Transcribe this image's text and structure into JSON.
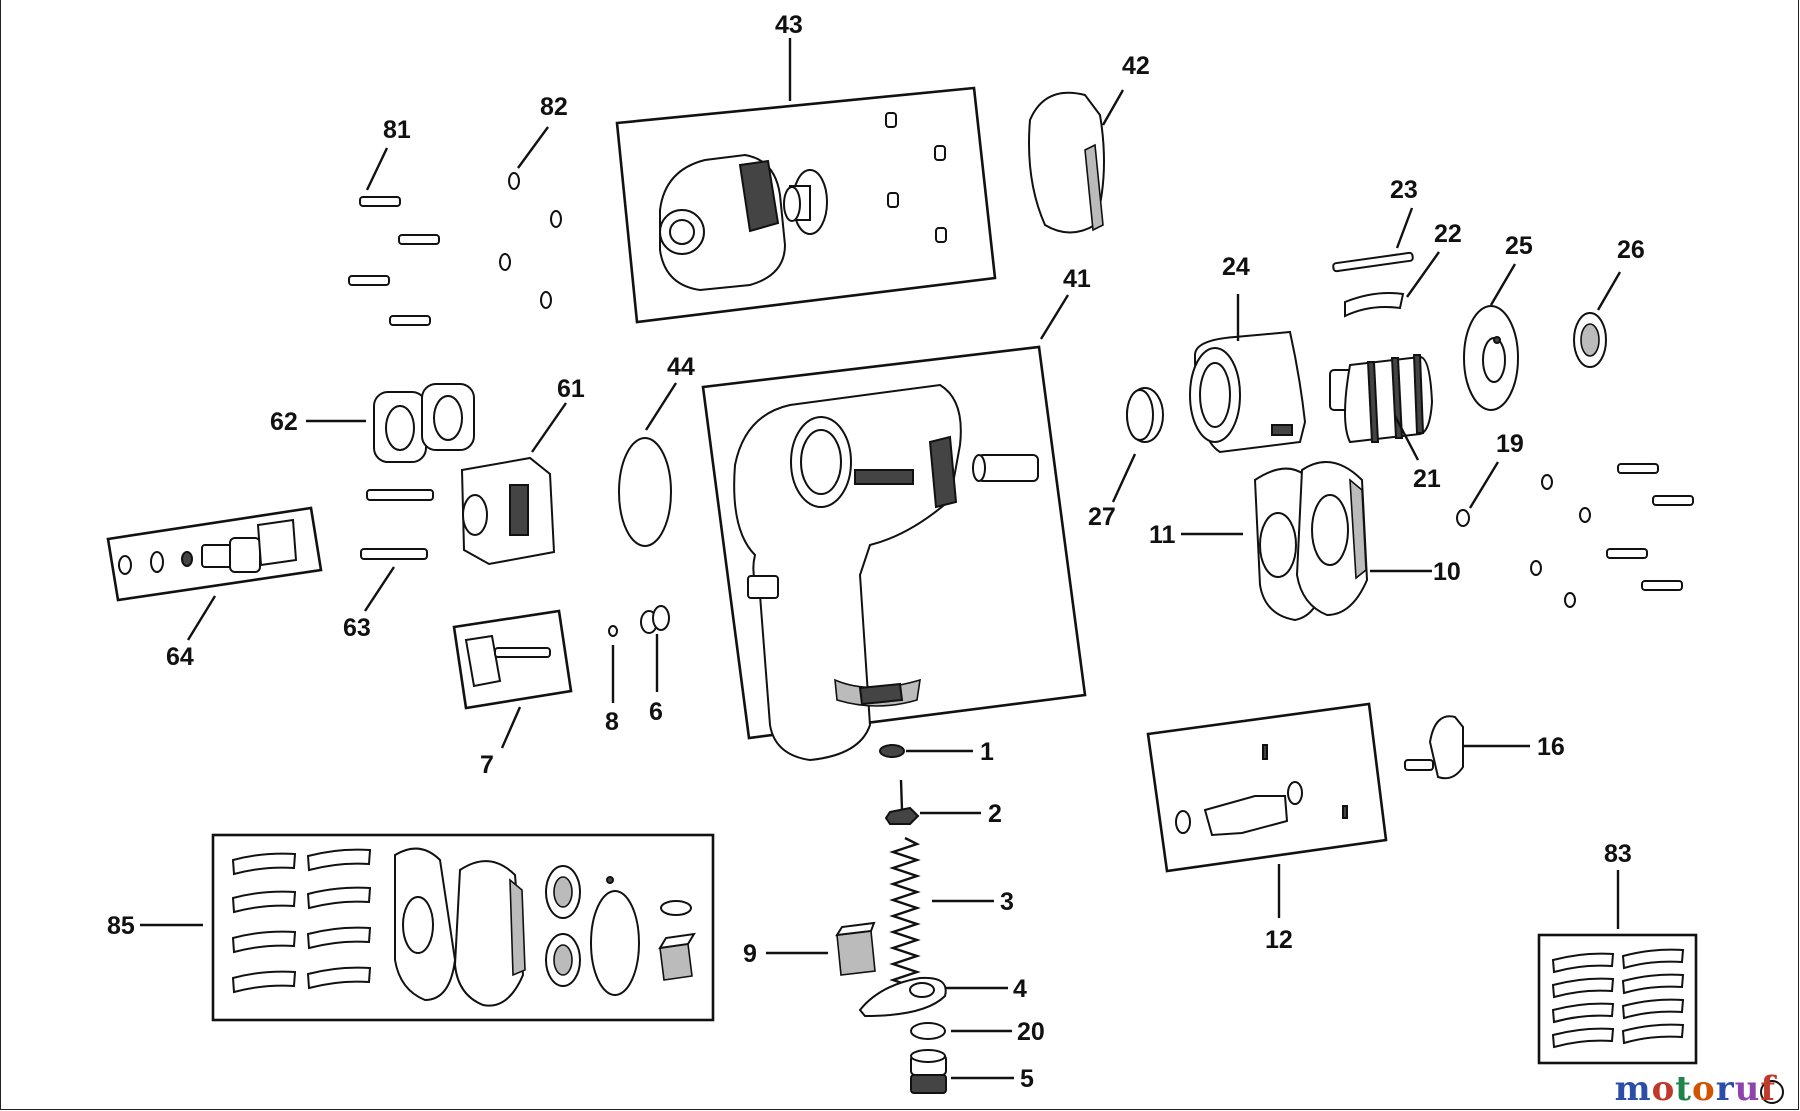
{
  "diagram": {
    "callouts": [
      "43",
      "42",
      "81",
      "82",
      "41",
      "23",
      "22",
      "24",
      "25",
      "26",
      "62",
      "61",
      "44",
      "27",
      "21",
      "19",
      "64",
      "11",
      "10",
      "63",
      "7",
      "8",
      "6",
      "1",
      "16",
      "2",
      "12",
      "83",
      "3",
      "85",
      "9",
      "4",
      "20",
      "5"
    ],
    "watermark": "motoruf",
    "colors": {
      "line": "#111111",
      "fill_light": "#ffffff",
      "fill_dark": "#444444",
      "shade": "#bbbbbb"
    }
  }
}
